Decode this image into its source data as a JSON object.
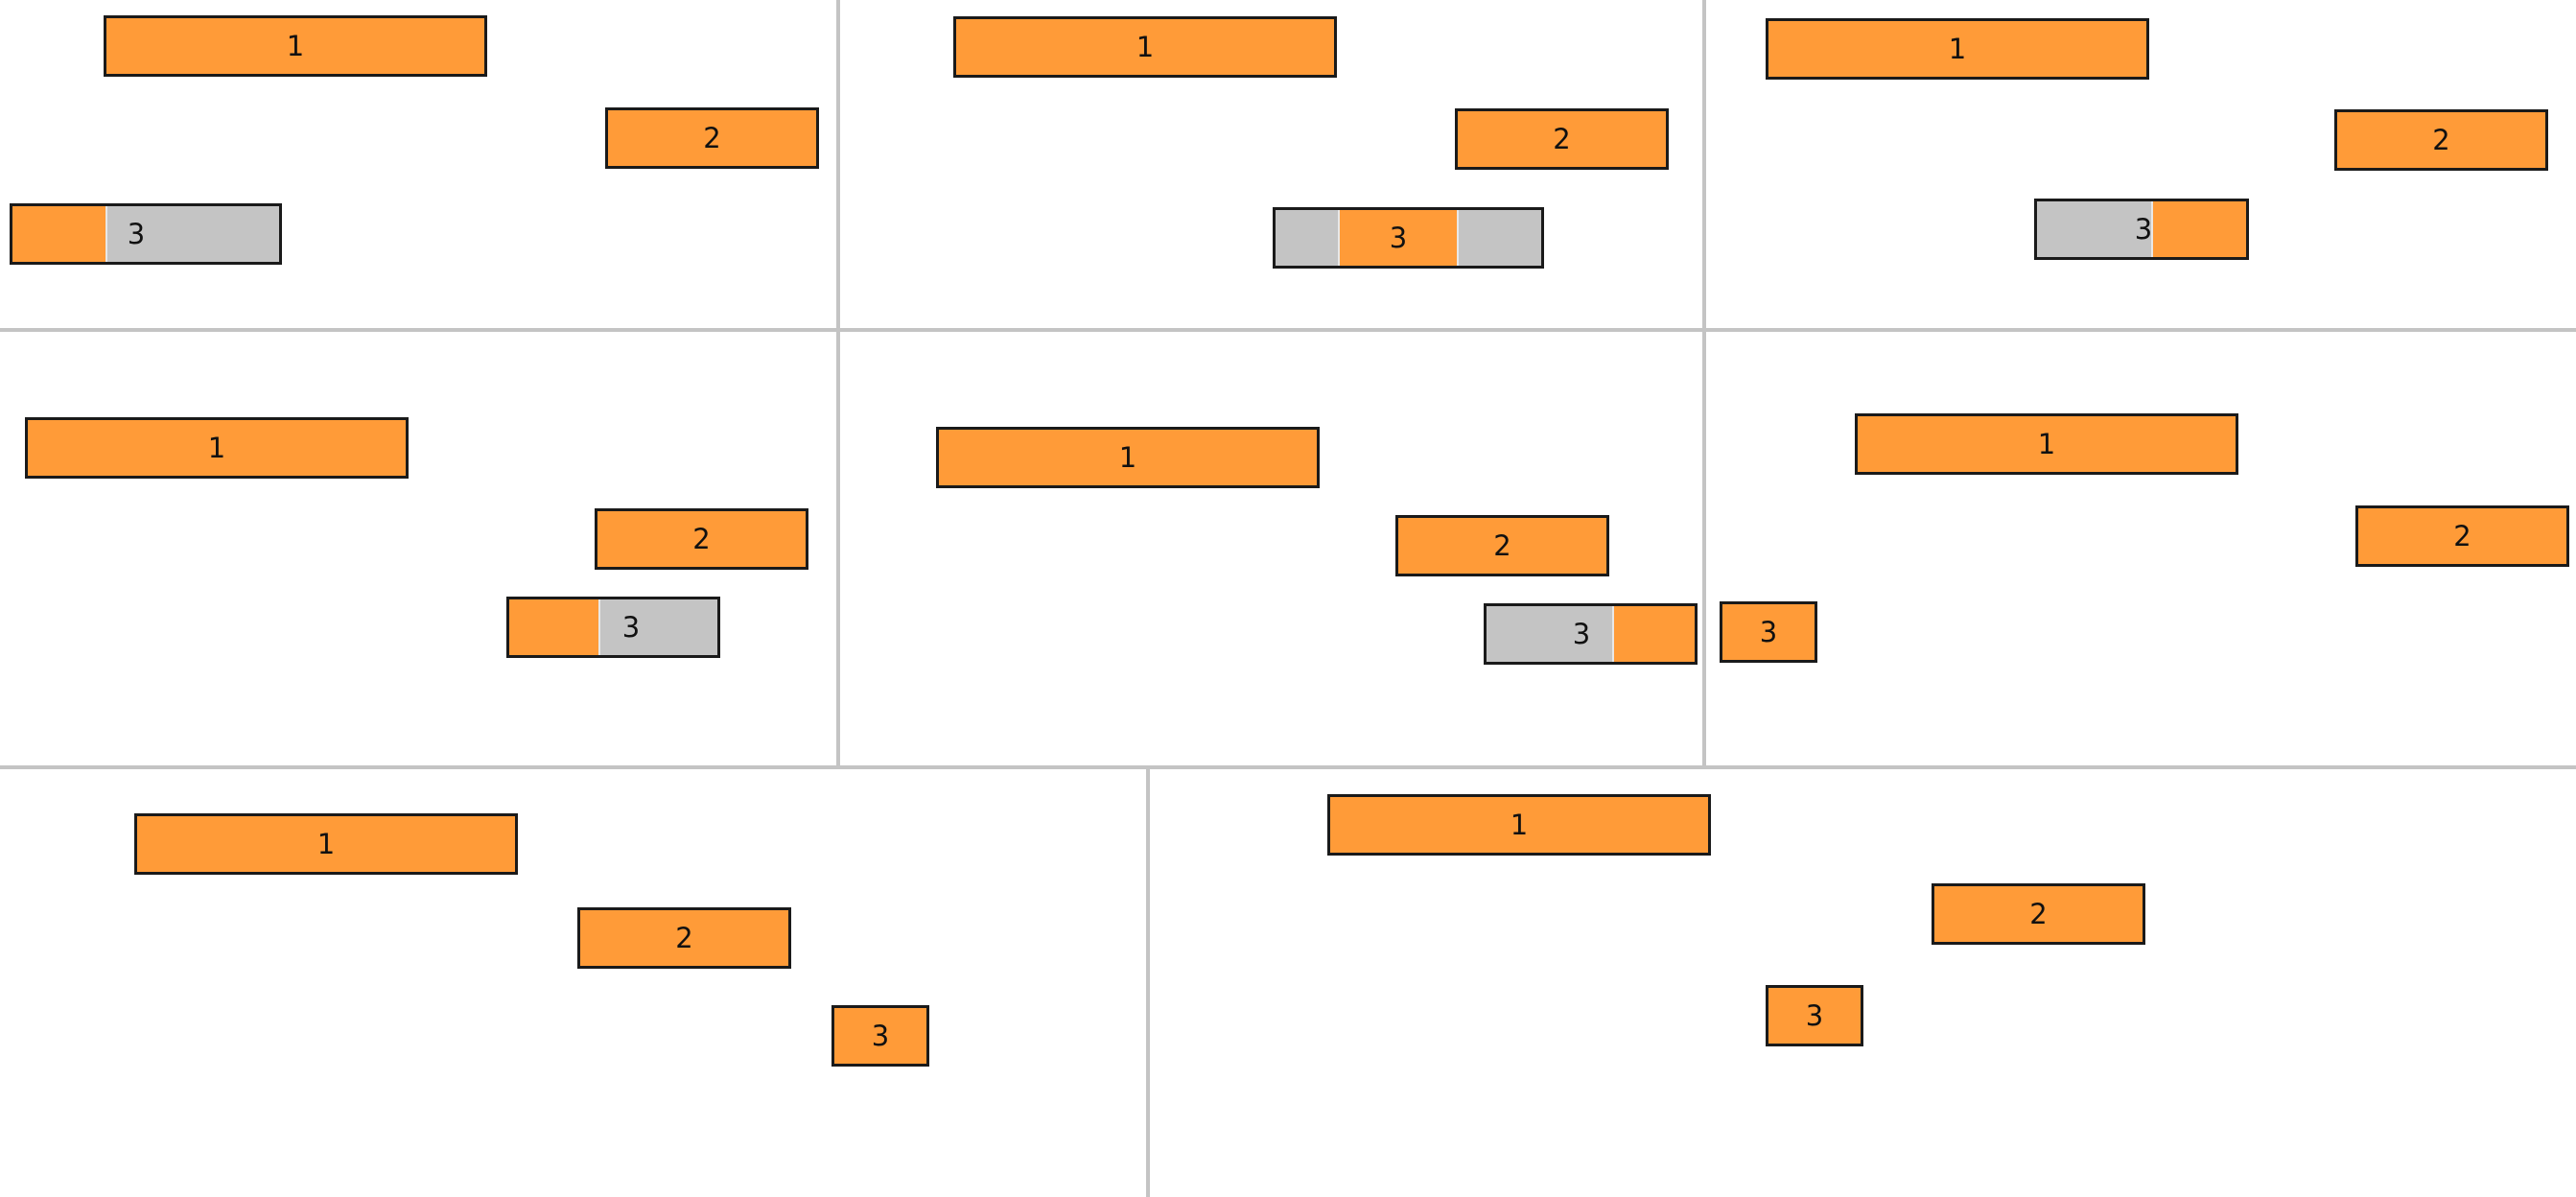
{
  "colors": {
    "active": "#ff9b38",
    "inactive": "#c4c4c4",
    "border": "#1a1a1a",
    "divider": "#c4c4c4"
  },
  "panels": [
    {
      "bars": [
        {
          "label": "1",
          "fill": "full"
        },
        {
          "label": "2",
          "fill": "full"
        },
        {
          "label": "3",
          "fill": "partial-left"
        }
      ]
    },
    {
      "bars": [
        {
          "label": "1",
          "fill": "full"
        },
        {
          "label": "2",
          "fill": "full"
        },
        {
          "label": "3",
          "fill": "partial-middle"
        }
      ]
    },
    {
      "bars": [
        {
          "label": "1",
          "fill": "full"
        },
        {
          "label": "2",
          "fill": "full"
        },
        {
          "label": "3",
          "fill": "partial-right"
        }
      ]
    },
    {
      "bars": [
        {
          "label": "1",
          "fill": "full"
        },
        {
          "label": "2",
          "fill": "full"
        },
        {
          "label": "3",
          "fill": "partial-left"
        }
      ]
    },
    {
      "bars": [
        {
          "label": "1",
          "fill": "full"
        },
        {
          "label": "2",
          "fill": "full"
        },
        {
          "label": "3",
          "fill": "partial-right"
        }
      ]
    },
    {
      "bars": [
        {
          "label": "1",
          "fill": "full"
        },
        {
          "label": "2",
          "fill": "full"
        },
        {
          "label": "3",
          "fill": "full"
        }
      ]
    },
    {
      "bars": [
        {
          "label": "1",
          "fill": "full"
        },
        {
          "label": "2",
          "fill": "full"
        },
        {
          "label": "3",
          "fill": "full"
        }
      ]
    },
    {
      "bars": [
        {
          "label": "1",
          "fill": "full"
        },
        {
          "label": "2",
          "fill": "full"
        },
        {
          "label": "3",
          "fill": "full"
        }
      ]
    }
  ]
}
